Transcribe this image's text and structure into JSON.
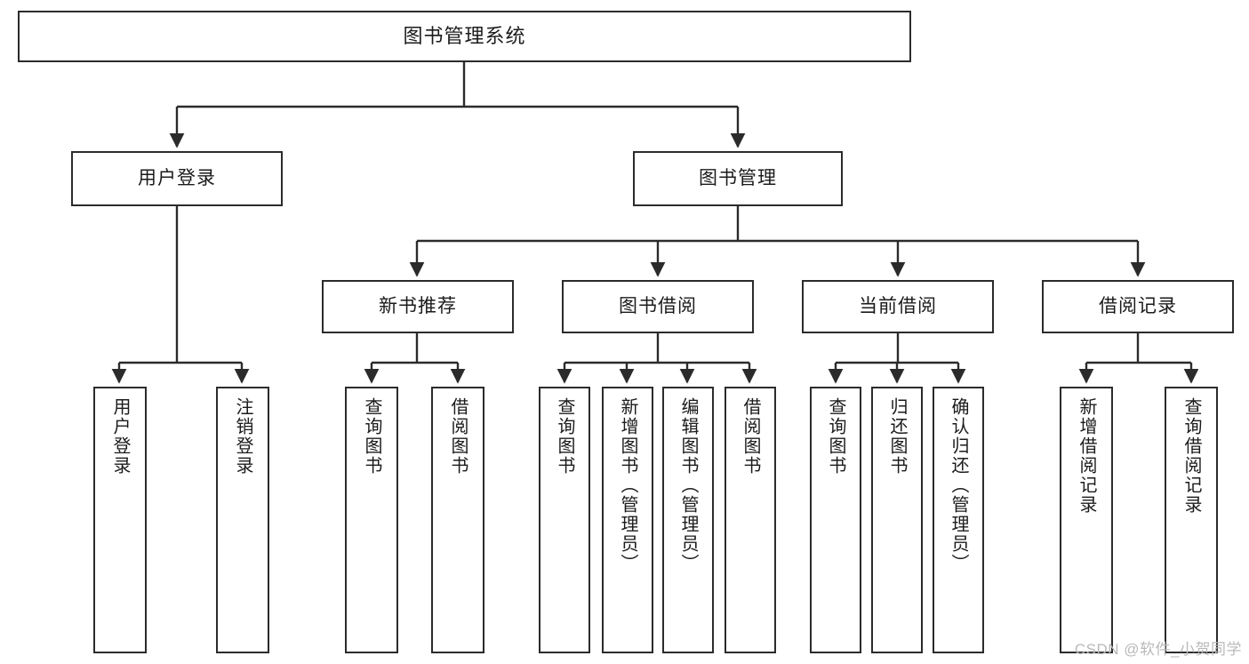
{
  "diagram": {
    "title": "图书管理系统",
    "type": "tree-hierarchy",
    "stroke_color": "#2b2b2b",
    "fill_color": "#ffffff",
    "text_color": "#1b1b1b"
  },
  "root": {
    "label": "图书管理系统"
  },
  "tier2": [
    {
      "label": "用户登录"
    },
    {
      "label": "图书管理"
    }
  ],
  "tier3": [
    {
      "label": "新书推荐"
    },
    {
      "label": "图书借阅"
    },
    {
      "label": "当前借阅"
    },
    {
      "label": "借阅记录"
    }
  ],
  "leaves": {
    "user_login": [
      {
        "label": "用户登录"
      },
      {
        "label": "注销登录"
      }
    ],
    "new_book_recommend": [
      {
        "label": "查询图书"
      },
      {
        "label": "借阅图书"
      }
    ],
    "book_borrow": [
      {
        "label": "查询图书"
      },
      {
        "label": "新增图书（管理员）"
      },
      {
        "label": "编辑图书（管理员）"
      },
      {
        "label": "借阅图书"
      }
    ],
    "current_borrow": [
      {
        "label": "查询图书"
      },
      {
        "label": "归还图书"
      },
      {
        "label": "确认归还（管理员）"
      }
    ],
    "borrow_record": [
      {
        "label": "新增借阅记录"
      },
      {
        "label": "查询借阅记录"
      }
    ]
  },
  "watermark": {
    "text": "CSDN @软件_小贺同学"
  }
}
